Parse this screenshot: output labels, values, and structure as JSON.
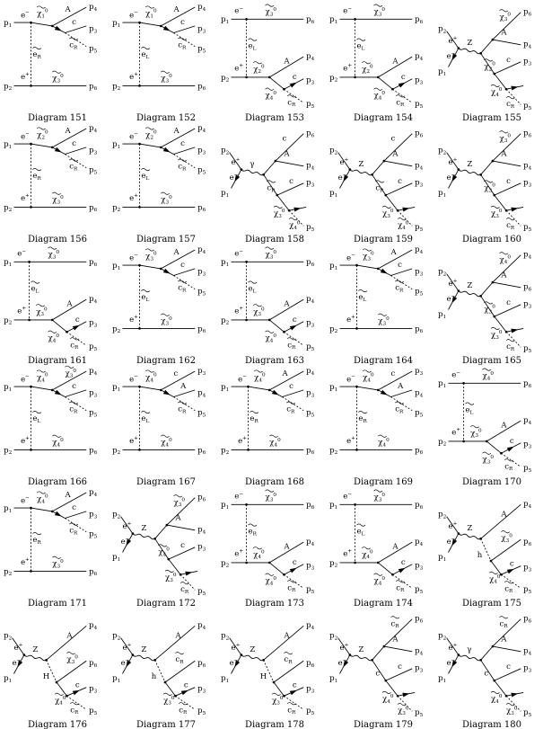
{
  "caption_prefix": "Diagram",
  "diagrams": [
    {
      "number": "151",
      "type": "t_scalar",
      "labels": {
        "pin1": "p1",
        "pin2": "p2",
        "v1": "e-",
        "v2": "e+",
        "prop": "~eR",
        "n1": "~χ1°",
        "n2": "~χ3°",
        "a": "A",
        "f": "c",
        "s": "~cR",
        "pa": "p4",
        "pf": "p3",
        "ps": "p5",
        "p6": "p6"
      }
    },
    {
      "number": "152",
      "type": "t_scalar",
      "labels": {
        "pin1": "p1",
        "pin2": "p2",
        "v1": "e-",
        "v2": "e+",
        "prop": "~eL",
        "n1": "~χ1°",
        "n2": "~χ3°",
        "a": "A",
        "f": "c",
        "s": "~cR",
        "pa": "p4",
        "pf": "p3",
        "ps": "p5",
        "p6": "p6"
      }
    },
    {
      "number": "153",
      "type": "t_fermion",
      "labels": {
        "pin1": "p1",
        "pin2": "p2",
        "v1": "e-",
        "v2": "e+",
        "prop": "~eL",
        "n1": "~χ3°",
        "n2": "~χ2°",
        "n3": "~χ4°",
        "a": "A",
        "f": "c",
        "s": "~cR",
        "pa": "p4",
        "pf": "p3",
        "ps": "p5",
        "p6": "p6"
      }
    },
    {
      "number": "154",
      "type": "t_fermion",
      "labels": {
        "pin1": "p1",
        "pin2": "p2",
        "v1": "e-",
        "v2": "e+",
        "prop": "~eL",
        "n1": "~χ3°",
        "n2": "~χ2°",
        "n3": "~χ4°",
        "a": "A",
        "f": "c",
        "s": "~cR",
        "pa": "p4",
        "pf": "p3",
        "ps": "p5",
        "p6": "p6"
      }
    },
    {
      "number": "155",
      "type": "s_channel",
      "labels": {
        "pin1": "p1",
        "pin2": "p2",
        "v1": "e-",
        "v2": "e+",
        "boson": "Z",
        "t1": "~χ3°",
        "t2": "~χ2°",
        "t3": "~χ4°",
        "a": "A",
        "f": "c",
        "s": "~cR",
        "pa": "p4",
        "pf": "p3",
        "ps": "p5",
        "p6": "p6"
      }
    },
    {
      "number": "156",
      "type": "t_scalar",
      "labels": {
        "pin1": "p1",
        "pin2": "p2",
        "v1": "e-",
        "v2": "e+",
        "prop": "~eR",
        "n1": "~χ2°",
        "n2": "~χ3°",
        "a": "A",
        "f": "c",
        "s": "~cR",
        "pa": "p4",
        "pf": "p3",
        "ps": "p5",
        "p6": "p6"
      }
    },
    {
      "number": "157",
      "type": "t_scalar",
      "labels": {
        "pin1": "p1",
        "pin2": "p2",
        "v1": "e-",
        "v2": "e+",
        "prop": "~eL",
        "n1": "~χ2°",
        "n2": "~χ3°",
        "a": "A",
        "f": "c",
        "s": "~cR",
        "pa": "p4",
        "pf": "p3",
        "ps": "p5",
        "p6": "p6"
      }
    },
    {
      "number": "158",
      "type": "s_channel",
      "labels": {
        "pin1": "p1",
        "pin2": "p2",
        "v1": "e-",
        "v2": "e+",
        "boson": "γ",
        "t1": "c",
        "t2": "~cR",
        "t3": "~χ3°",
        "a": "A",
        "f": "c",
        "s": "~χ4°",
        "pa": "p4",
        "pf": "p3",
        "ps": "p5",
        "p6": "p6"
      }
    },
    {
      "number": "159",
      "type": "s_channel",
      "labels": {
        "pin1": "p1",
        "pin2": "p2",
        "v1": "e-",
        "v2": "e+",
        "boson": "Z",
        "t1": "c",
        "t2": "~cR",
        "t3": "~χ3°",
        "a": "A",
        "f": "c",
        "s": "~χ4°",
        "pa": "p4",
        "pf": "p3",
        "ps": "p5",
        "p6": "p6"
      }
    },
    {
      "number": "160",
      "type": "s_channel",
      "labels": {
        "pin1": "p1",
        "pin2": "p2",
        "v1": "e-",
        "v2": "e+",
        "boson": "Z",
        "t1": "~χ3°",
        "t2": "~χ3°",
        "t3": "~χ3°",
        "a": "A",
        "f": "c",
        "s": "~cR",
        "pa": "p4",
        "pf": "p3",
        "ps": "p5",
        "p6": "p6"
      }
    },
    {
      "number": "161",
      "type": "t_fermion",
      "labels": {
        "pin1": "p1",
        "pin2": "p2",
        "v1": "e-",
        "v2": "e+",
        "prop": "~eL",
        "n1": "~χ3°",
        "n2": "~χ3°",
        "n3": "~χ4°",
        "a": "A",
        "f": "c",
        "s": "~cR",
        "pa": "p4",
        "pf": "p3",
        "ps": "p5",
        "p6": "p6"
      }
    },
    {
      "number": "162",
      "type": "t_scalar",
      "labels": {
        "pin1": "p1",
        "pin2": "p2",
        "v1": "e-",
        "v2": "e+",
        "prop": "~eL",
        "n1": "~χ3°",
        "n2": "~χ3°",
        "a": "A",
        "f": "c",
        "s": "~cR",
        "pa": "p4",
        "pf": "p3",
        "ps": "p5",
        "p6": "p6"
      }
    },
    {
      "number": "163",
      "type": "t_fermion",
      "labels": {
        "pin1": "p1",
        "pin2": "p2",
        "v1": "e-",
        "v2": "e+",
        "prop": "~eL",
        "n1": "~χ3°",
        "n2": "~χ3°",
        "n3": "~χ4°",
        "a": "A",
        "f": "c",
        "s": "~cR",
        "pa": "p4",
        "pf": "p3",
        "ps": "p5",
        "p6": "p6"
      }
    },
    {
      "number": "164",
      "type": "t_scalar",
      "labels": {
        "pin1": "p1",
        "pin2": "p2",
        "v1": "e-",
        "v2": "e+",
        "prop": "~eL",
        "n1": "~χ3°",
        "n2": "~χ3°",
        "a": "A",
        "f": "c",
        "s": "~cR",
        "pa": "p4",
        "pf": "p3",
        "ps": "p5",
        "p6": "p6"
      }
    },
    {
      "number": "165",
      "type": "s_channel",
      "labels": {
        "pin1": "p1",
        "pin2": "p2",
        "v1": "e-",
        "v2": "e+",
        "boson": "Z",
        "t1": "~χ4°",
        "t2": "~χ3°",
        "t3": "~χ3°",
        "a": "A",
        "f": "c",
        "s": "~cR",
        "pa": "p6",
        "pf": "p3",
        "ps": "p5",
        "p6": "p4"
      }
    },
    {
      "number": "166",
      "type": "t_scalar",
      "labels": {
        "pin1": "p1",
        "pin2": "p2",
        "v1": "e-",
        "v2": "e+",
        "prop": "~eL",
        "n1": "~χ4°",
        "n2": "~χ4°",
        "a": "~χ3°",
        "f": "c",
        "s": "~cR",
        "pa": "p4",
        "pf": "p3",
        "ps": "p5",
        "p6": "p6"
      }
    },
    {
      "number": "167",
      "type": "t_scalar",
      "labels": {
        "pin1": "p1",
        "pin2": "p2",
        "v1": "e-",
        "v2": "e+",
        "prop": "~eL",
        "n1": "~χ4°",
        "n2": "~χ4°",
        "a": "c",
        "f": "A",
        "s": "~cR",
        "pa": "p3",
        "pf": "p4",
        "ps": "p5",
        "p6": "p6"
      }
    },
    {
      "number": "168",
      "type": "t_scalar",
      "labels": {
        "pin1": "p1",
        "pin2": "p2",
        "v1": "e-",
        "v2": "e+",
        "prop": "~eR",
        "n1": "~χ4°",
        "n2": "~χ4°",
        "a": "A",
        "f": "c",
        "s": "~cR",
        "pa": "p4",
        "pf": "p3",
        "ps": "p5",
        "p6": "p6"
      }
    },
    {
      "number": "169",
      "type": "t_scalar",
      "labels": {
        "pin1": "p1",
        "pin2": "p2",
        "v1": "e-",
        "v2": "e+",
        "prop": "~eR",
        "n1": "~χ4°",
        "n2": "~χ4°",
        "a": "c",
        "f": "A",
        "s": "~cR",
        "pa": "p3",
        "pf": "p4",
        "ps": "p5",
        "p6": "p6"
      }
    },
    {
      "number": "170",
      "type": "t_fermion",
      "labels": {
        "pin1": "p1",
        "pin2": "p2",
        "v1": "e-",
        "v2": "e+",
        "prop": "~eL",
        "n1": "~χ4°",
        "n2": "~χ3°",
        "n3": "~χ3°",
        "a": "A",
        "f": "c",
        "s": "~cR",
        "pa": "p4",
        "pf": "p3",
        "ps": "p5",
        "p6": "p6"
      }
    },
    {
      "number": "171",
      "type": "t_scalar",
      "labels": {
        "pin1": "p1",
        "pin2": "p2",
        "v1": "e-",
        "v2": "e+",
        "prop": "~eR",
        "n1": "~χ4°",
        "n2": "~χ3°",
        "a": "A",
        "f": "c",
        "s": "~cR",
        "pa": "p4",
        "pf": "p3",
        "ps": "p5",
        "p6": "p6"
      }
    },
    {
      "number": "172",
      "type": "s_channel",
      "labels": {
        "pin1": "p1",
        "pin2": "p2",
        "v1": "e-",
        "v2": "e+",
        "boson": "Z",
        "t1": "~χ3°",
        "t2": "~χ4°",
        "t3": "~χ3°",
        "a": "A",
        "f": "c",
        "s": "~cR",
        "pa": "p4",
        "pf": "p3",
        "ps": "p5",
        "p6": "p6"
      }
    },
    {
      "number": "173",
      "type": "t_fermion",
      "labels": {
        "pin1": "p1",
        "pin2": "p2",
        "v1": "e-",
        "v2": "e+",
        "prop": "~eR",
        "n1": "~χ3°",
        "n2": "~χ4°",
        "n3": "~χ4°",
        "a": "A",
        "f": "c",
        "s": "~cR",
        "pa": "p4",
        "pf": "p3",
        "ps": "p5",
        "p6": "p6"
      }
    },
    {
      "number": "174",
      "type": "t_fermion",
      "labels": {
        "pin1": "p1",
        "pin2": "p2",
        "v1": "e-",
        "v2": "e+",
        "prop": "~eL",
        "n1": "~χ3°",
        "n2": "~χ4°",
        "n3": "~χ4°",
        "a": "A",
        "f": "c",
        "s": "~cR",
        "pa": "p4",
        "pf": "p3",
        "ps": "p5",
        "p6": "p6"
      }
    },
    {
      "number": "175",
      "type": "s_higgs",
      "labels": {
        "pin1": "p1",
        "pin2": "p2",
        "v1": "e-",
        "v2": "e+",
        "boson": "Z",
        "higgs": "h",
        "t1": "~χ3°",
        "t3": "~χ4°",
        "a": "A",
        "f": "c",
        "s": "~cR",
        "pa": "p4",
        "pf": "p3",
        "ps": "p5",
        "p6": "p6"
      }
    },
    {
      "number": "176",
      "type": "s_higgs",
      "labels": {
        "pin1": "p1",
        "pin2": "p2",
        "v1": "e-",
        "v2": "e+",
        "boson": "Z",
        "higgs": "H",
        "t1": "~χ3°",
        "t3": "~χ4°",
        "a": "A",
        "f": "c",
        "s": "~cR",
        "pa": "p4",
        "pf": "p3",
        "ps": "p5",
        "p6": "p6"
      }
    },
    {
      "number": "177",
      "type": "s_higgs",
      "labels": {
        "pin1": "p1",
        "pin2": "p2",
        "v1": "e-",
        "v2": "e+",
        "boson": "Z",
        "higgs": "h",
        "t1": "~cR",
        "t3": "~χ3°",
        "a": "A",
        "f": "c",
        "s": "~cR",
        "pa": "p4",
        "pf": "p3",
        "ps": "p5",
        "p6": "p6"
      }
    },
    {
      "number": "178",
      "type": "s_higgs",
      "labels": {
        "pin1": "p1",
        "pin2": "p2",
        "v1": "e-",
        "v2": "e+",
        "boson": "Z",
        "higgs": "H",
        "t1": "~cR",
        "t3": "~χ3°",
        "a": "A",
        "f": "c",
        "s": "~cR",
        "pa": "p4",
        "pf": "p3",
        "ps": "p5",
        "p6": "p6"
      }
    },
    {
      "number": "179",
      "type": "s_channel",
      "labels": {
        "pin1": "p1",
        "pin2": "p2",
        "v1": "e-",
        "v2": "e+",
        "boson": "Z",
        "t1": "~cR",
        "t2": "c",
        "t3": "~χ4°",
        "a": "A",
        "f": "c",
        "s": "~χ3°",
        "pa": "p4",
        "pf": "p3",
        "ps": "p5",
        "p6": "p6"
      }
    },
    {
      "number": "180",
      "type": "s_channel",
      "labels": {
        "pin1": "p1",
        "pin2": "p2",
        "v1": "e-",
        "v2": "e+",
        "boson": "γ",
        "t1": "~cR",
        "t2": "c",
        "t3": "~χ4°",
        "a": "A",
        "f": "c",
        "s": "~χ3°",
        "pa": "p4",
        "pf": "p3",
        "ps": "p5",
        "p6": "p6"
      }
    }
  ]
}
